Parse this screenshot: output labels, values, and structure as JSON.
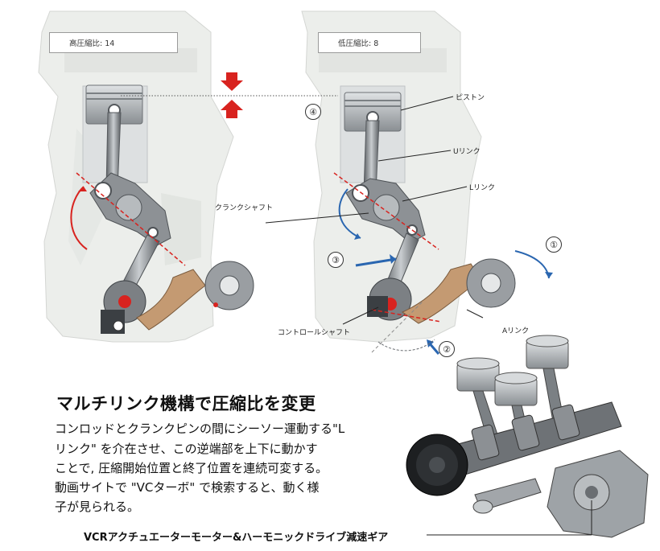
{
  "boxes": {
    "left": "高圧縮比: 14",
    "right": "低圧縮比: 8"
  },
  "labels": {
    "piston": "ピストン",
    "u_link": "Uリンク",
    "l_link": "Lリンク",
    "crankshaft": "クランクシャフト",
    "control_shaft": "コントロールシャフト",
    "a_link": "Aリンク"
  },
  "steps": {
    "one": "①",
    "two": "②",
    "three": "③",
    "four": "④"
  },
  "text": {
    "heading": "マルチリンク機構で圧縮比を変更",
    "lines": [
      "コンロッドとクランクピンの間にシーソー運動する\"L",
      "リンク\" を介在させ、この逆端部を上下に動かす",
      "ことで, 圧縮開始位置と終了位置を連続可変する。",
      "動画サイトで \"VCターボ\" で検索すると、動く様",
      "子が見られる。"
    ],
    "caption": "VCRアクチュエーターモーター&ハーモニックドライブ減速ギア"
  },
  "colors": {
    "accent_red": "#d8231f",
    "accent_blue": "#2a66b0",
    "engine_body": "#e9ebe8",
    "metal_dark": "#6e7276"
  }
}
